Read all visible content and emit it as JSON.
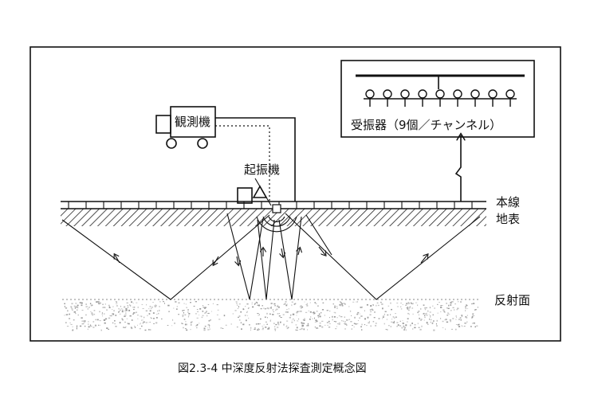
{
  "labels": {
    "observation_unit": "観測機",
    "vibrator": "起振機",
    "receivers": "受振器（9個／チャンネル）",
    "cable": "本線",
    "surface": "地表",
    "reflector": "反射面"
  },
  "caption": "図2.3-4 中深度反射法探査測定概念図"
}
